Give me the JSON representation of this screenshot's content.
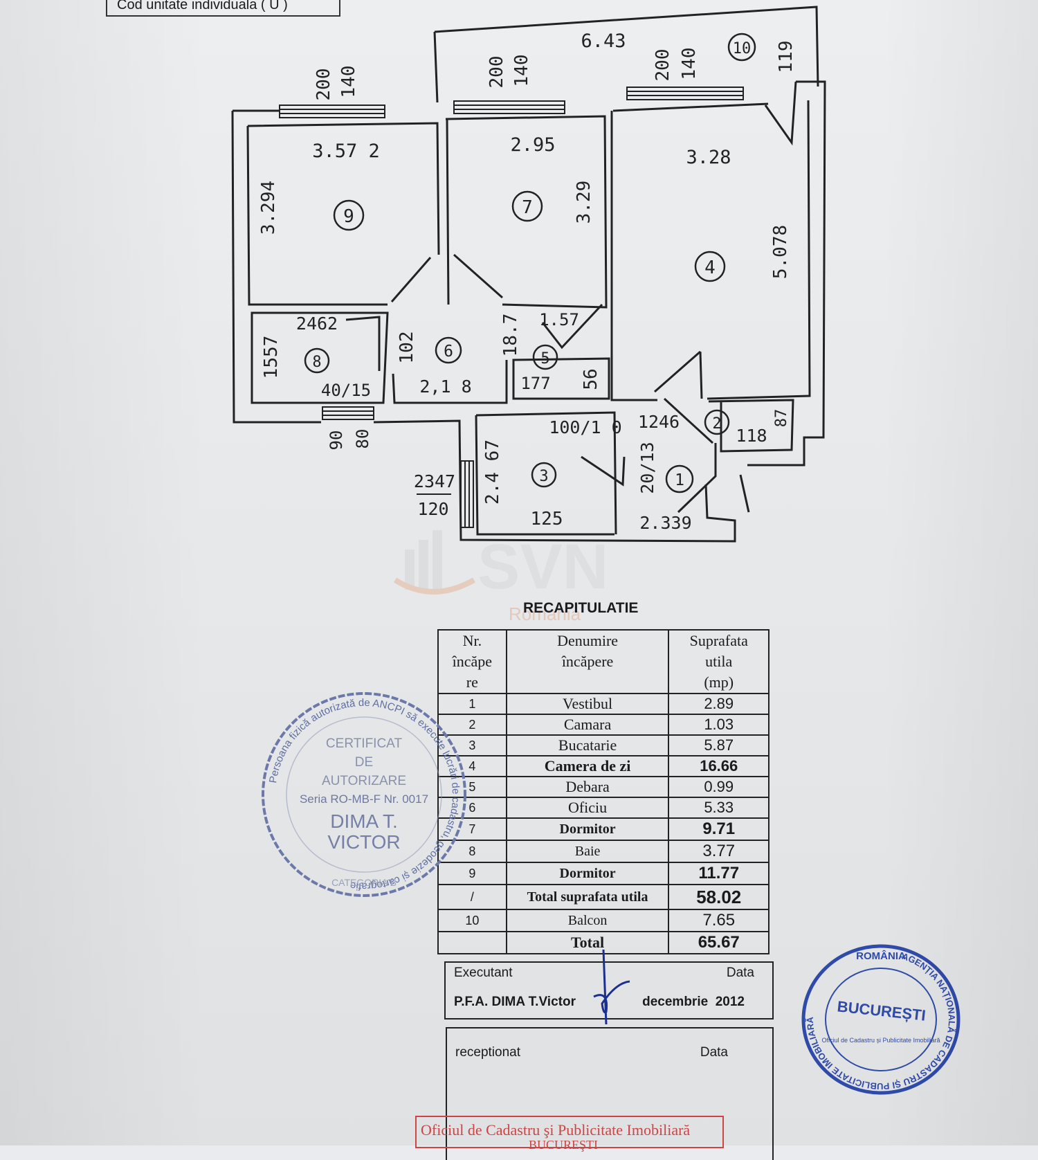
{
  "header": {
    "cod_label": "Cod unitate individuala ( U )"
  },
  "plan": {
    "dimensions": [
      "6.43",
      "200",
      "140",
      "200",
      "140",
      "200",
      "140",
      "119",
      "3.57 2",
      "3.294",
      "2.95",
      "3.29",
      "3.28",
      "5.078",
      "2462",
      "1557",
      "1.57",
      "102",
      "18.7",
      "2,1 8",
      "177",
      "56",
      "40/15",
      "90",
      "80",
      "100/1 0",
      "1246",
      "118",
      "87",
      "2347",
      "120",
      "125",
      "2.4 67",
      "2.339",
      "20/13"
    ],
    "room_numbers": [
      "9",
      "7",
      "4",
      "8",
      "6",
      "5",
      "3",
      "2",
      "1",
      "10"
    ]
  },
  "watermark": {
    "text": "SVN",
    "sub": "Romania"
  },
  "recap": {
    "title": "RECAPITULATIE",
    "headers": {
      "nr": [
        "Nr.",
        "încăpe",
        "re"
      ],
      "name": [
        "Denumire",
        "încăpere"
      ],
      "area": [
        "Suprafata",
        "utila",
        "(mp)"
      ]
    },
    "rows": [
      {
        "nr": "1",
        "name": "Vestibul",
        "area": "2.89"
      },
      {
        "nr": "2",
        "name": "Camara",
        "area": "1.03"
      },
      {
        "nr": "3",
        "name": "Bucatarie",
        "area": "5.87"
      },
      {
        "nr": "4",
        "name": "Camera de zi",
        "area": "16.66"
      },
      {
        "nr": "5",
        "name": "Debara",
        "area": "0.99"
      },
      {
        "nr": "6",
        "name": "Oficiu",
        "area": "5.33"
      },
      {
        "nr": "7",
        "name": "Dormitor",
        "area": "9.71"
      },
      {
        "nr": "8",
        "name": "Baie",
        "area": "3.77"
      },
      {
        "nr": "9",
        "name": "Dormitor",
        "area": "11.77"
      },
      {
        "nr": "/",
        "name": "Total suprafata utila",
        "area": "58.02"
      },
      {
        "nr": "10",
        "name": "Balcon",
        "area": "7.65"
      },
      {
        "nr": "",
        "name": "Total",
        "area": "65.67"
      }
    ]
  },
  "executant": {
    "label": "Executant",
    "date_label": "Data",
    "name": "P.F.A. DIMA T.Victor",
    "date": "decembrie  2012"
  },
  "receptionat": {
    "label": "receptionat",
    "date_label": "Data"
  },
  "stamp_left": {
    "ring_text": "Persoana fizică autorizată de ANCPI să execute lucrări de cadastru, geodezie și cartografie",
    "line1": "CERTIFICAT",
    "line2": "DE",
    "line3": "AUTORIZARE",
    "serial": "Seria  RO-MB-F  Nr.  0017",
    "name1": "DIMA  T.",
    "name2": "VICTOR",
    "category": "CATEGORIA B"
  },
  "stamp_right": {
    "top": "ROMÂNIA",
    "ring": "AGENȚIA NAȚIONALĂ DE CADASTRU ȘI PUBLICITATE IMOBILIARĂ",
    "center": "BUCUREȘTI",
    "inner": "Oficiul de Cadastru și Publicitate Imobiliară"
  },
  "ocpi_stamp": {
    "line1": "Oficiul de Cadastru şi Publicitate Imobiliară",
    "line2": "BUCUREŞTI"
  },
  "colors": {
    "ink": "#1b1b1d",
    "stamp_blue": "#2f4aa8",
    "stamp_gray": "#7c86a3",
    "red": "#cc4444",
    "watermark": "#e3b59c"
  }
}
